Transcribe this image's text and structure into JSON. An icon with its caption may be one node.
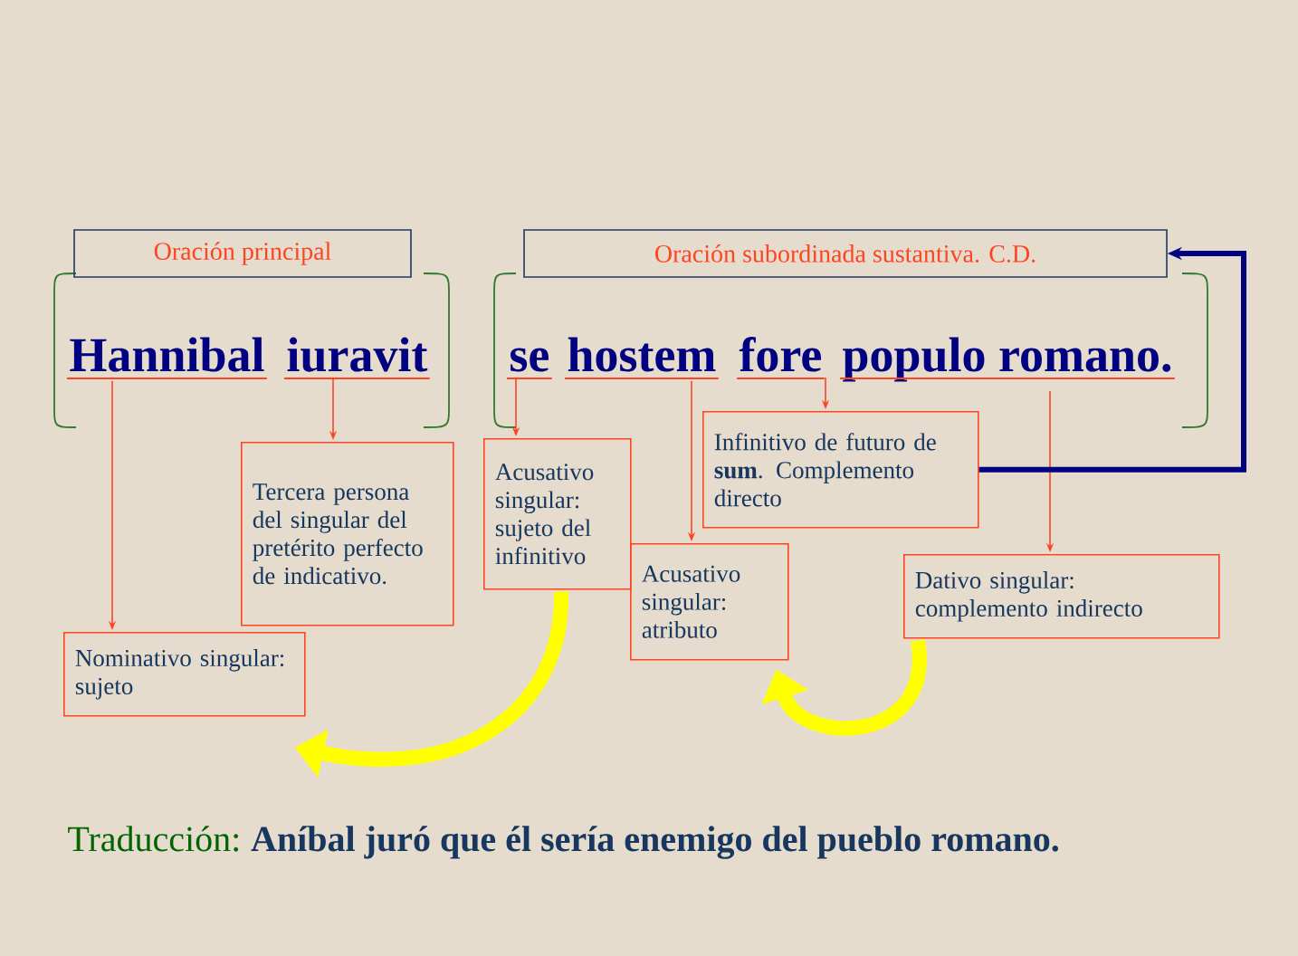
{
  "diagram": {
    "nodes": [
      {
        "text": [
          "Oración principal"
        ]
      },
      {
        "text": [
          "Oración subordinada sustantiva. C.D."
        ]
      },
      {
        "text": [
          "Hannibal"
        ]
      },
      {
        "text": [
          "iuravit"
        ]
      },
      {
        "text": [
          "se"
        ]
      },
      {
        "text": [
          "hostem"
        ]
      },
      {
        "text": [
          "fore"
        ]
      },
      {
        "text": [
          "populo romano."
        ]
      },
      {
        "text": [
          "Tercera persona del singular del pretérito perfecto de indicativo."
        ]
      },
      {
        "text": [
          "Acusativo singular: sujeto del infinitivo"
        ]
      },
      {
        "text": [
          "Infinitivo de futuro de **sum**. Complemento directo"
        ]
      },
      {
        "text": [
          "Acusativo singular: atributo"
        ]
      },
      {
        "text": [
          "Dativo singular: complemento indirecto"
        ]
      },
      {
        "text": [
          "Nominativo singular: sujeto"
        ]
      }
    ],
    "edges": [
      {
        "from": 2,
        "to": 13,
        "arrow": "to"
      },
      {
        "from": 3,
        "to": 8,
        "arrow": "to"
      },
      {
        "from": 4,
        "to": 9,
        "arrow": "to"
      },
      {
        "from": 5,
        "to": 11,
        "arrow": "to"
      },
      {
        "from": 6,
        "to": 10,
        "arrow": "to"
      },
      {
        "from": 7,
        "to": 12,
        "arrow": "to"
      },
      {
        "from": 10,
        "to": 1,
        "arrow": "to",
        "style": "thick",
        "color": "#000080"
      },
      {
        "from": 9,
        "to": 13,
        "arrow": "to",
        "style": "thick",
        "color": "#ffff00"
      },
      {
        "from": 12,
        "to": 11,
        "arrow": "to",
        "style": "thick",
        "color": "#ffff00"
      }
    ],
    "labels": [
      "Traducción:",
      "Aníbal juró que él sería enemigo del pueblo romano."
    ]
  }
}
